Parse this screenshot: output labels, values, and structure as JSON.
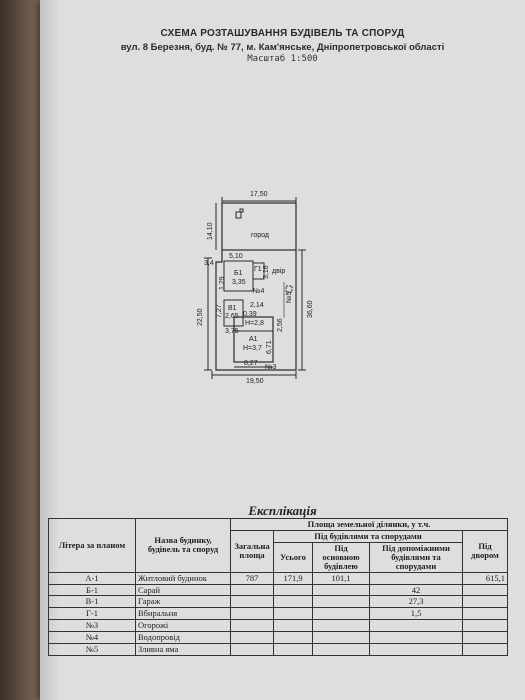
{
  "header": {
    "title": "СХЕМА РОЗТАШУВАННЯ БУДІВЕЛЬ ТА СПОРУД",
    "address": "вул. 8 Березня, буд. № 77, м. Кам'янське, Дніпропетровської області",
    "scale": "Масштаб 1:500"
  },
  "plan": {
    "dim_top": "17,50",
    "dim_left_upper": "14,10",
    "dim_right": "36,60",
    "dim_left_lower": "22,50",
    "dim_bottom_inner": "8,27",
    "dim_bottom": "19,50",
    "dim_5_10": "5,10",
    "dim_3_16": "3,16",
    "dim_3_4": "3,4",
    "dim_1_29": "1,29",
    "dim_7_27": "7,27",
    "dim_2_14": "2,14",
    "dim_2_65": "2,65",
    "dim_0_39": "0,39",
    "dim_2_56": "2,56",
    "dim_3_75": "3,75",
    "dim_6_71": "6,71",
    "dim_3_35": "3,35",
    "label_gorod": "город",
    "label_dvir": "двір",
    "label_b1": "Б1",
    "label_v1": "В1",
    "label_a1": "А1",
    "label_g1": "Г1",
    "label_n4": "№4",
    "label_n5": "№5",
    "label_n3": "№3",
    "label_h28": "Н=2,8",
    "label_h37": "Н=3,7"
  },
  "explication": {
    "title": "Експлікація",
    "col_letter": "Літера за планом",
    "col_name": "Назва будинку, будівель та споруд",
    "col_area_group": "Площа земельної ділянки, у т.ч.",
    "col_total": "Загальна площа",
    "col_under_buildings_group": "Під будівлями та спорудами",
    "col_all": "Усього",
    "col_main": "Під основною будівлею",
    "col_aux": "Під допоміжними будівлями та спорудами",
    "col_yard": "Під двором",
    "rows": [
      {
        "letter": "А-1",
        "name": "Житловий будинок",
        "total": "787",
        "all": "171,9",
        "main": "101,1",
        "aux": "",
        "yard": "615,1"
      },
      {
        "letter": "Б-1",
        "name": "Сарай",
        "total": "",
        "all": "",
        "main": "",
        "aux": "42",
        "yard": ""
      },
      {
        "letter": "В-1",
        "name": "Гараж",
        "total": "",
        "all": "",
        "main": "",
        "aux": "27,3",
        "yard": ""
      },
      {
        "letter": "Г-1",
        "name": "Вбиральня",
        "total": "",
        "all": "",
        "main": "",
        "aux": "1,5",
        "yard": ""
      },
      {
        "letter": "№3",
        "name": "Огорожі",
        "total": "",
        "all": "",
        "main": "",
        "aux": "",
        "yard": ""
      },
      {
        "letter": "№4",
        "name": "Водопровід",
        "total": "",
        "all": "",
        "main": "",
        "aux": "",
        "yard": ""
      },
      {
        "letter": "№5",
        "name": "Зливна яма",
        "total": "",
        "all": "",
        "main": "",
        "aux": "",
        "yard": ""
      }
    ]
  }
}
